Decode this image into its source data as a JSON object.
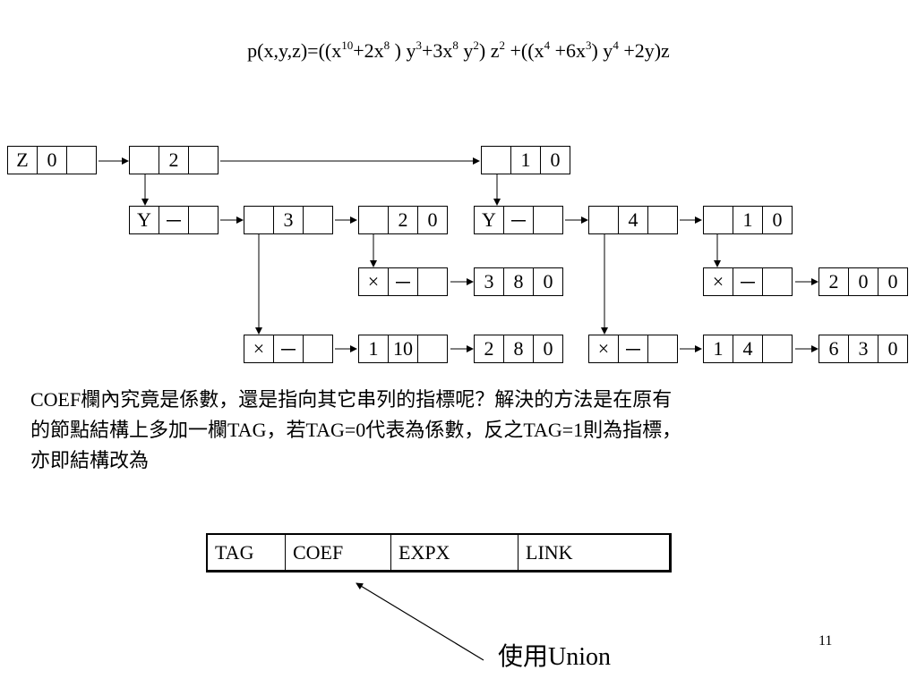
{
  "title": {
    "parts": [
      {
        "t": "p(x,y,z)=((x"
      },
      {
        "sup": "10"
      },
      {
        "t": "+2x"
      },
      {
        "sup": "8"
      },
      {
        "t": " ) y"
      },
      {
        "sup": "3"
      },
      {
        "t": "+3x"
      },
      {
        "sup": "8"
      },
      {
        "t": " y"
      },
      {
        "sup": "2"
      },
      {
        "t": ") z"
      },
      {
        "sup": "2"
      },
      {
        "t": " +((x"
      },
      {
        "sup": "4"
      },
      {
        "t": " +6x"
      },
      {
        "sup": "3"
      },
      {
        "t": ") y"
      },
      {
        "sup": "4"
      },
      {
        "t": " +2y)z"
      }
    ]
  },
  "nodes": {
    "z_head": [
      "Z",
      "0",
      ""
    ],
    "z_term2": [
      "",
      "2",
      ""
    ],
    "z_term1": [
      "",
      "1",
      "0"
    ],
    "y1_head": [
      "Y",
      "－",
      ""
    ],
    "y1_term3": [
      "",
      "3",
      ""
    ],
    "y1_term2": [
      "",
      "2",
      "0"
    ],
    "y2_head": [
      "Y",
      "－",
      ""
    ],
    "y2_term4": [
      "",
      "4",
      ""
    ],
    "y2_term1": [
      "",
      "1",
      "0"
    ],
    "x_a_head": [
      "×",
      "－",
      ""
    ],
    "x_a_term": [
      "3",
      "8",
      "0"
    ],
    "x_b_head": [
      "×",
      "－",
      ""
    ],
    "x_b_term": [
      "2",
      "0",
      "0"
    ],
    "x_c_head": [
      "×",
      "－",
      ""
    ],
    "x_c_term1": [
      "1",
      "10",
      ""
    ],
    "x_c_term2": [
      "2",
      "8",
      "0"
    ],
    "x_d_head": [
      "×",
      "－",
      ""
    ],
    "x_d_term1": [
      "1",
      "4",
      ""
    ],
    "x_d_term2": [
      "6",
      "3",
      "0"
    ]
  },
  "paragraph": {
    "line1": "COEF欄內究竟是係數，還是指向其它串列的指標呢？解決的方法是在原有",
    "line2": "的節點結構上多加一欄TAG，若TAG=0代表為係數，反之TAG=1則為指標，",
    "line3": "亦即結構改為"
  },
  "structure_table": {
    "tag": "TAG",
    "coef": "COEF",
    "expx": "EXPX",
    "link": "LINK"
  },
  "union_label": "使用Union",
  "page_number": "11"
}
